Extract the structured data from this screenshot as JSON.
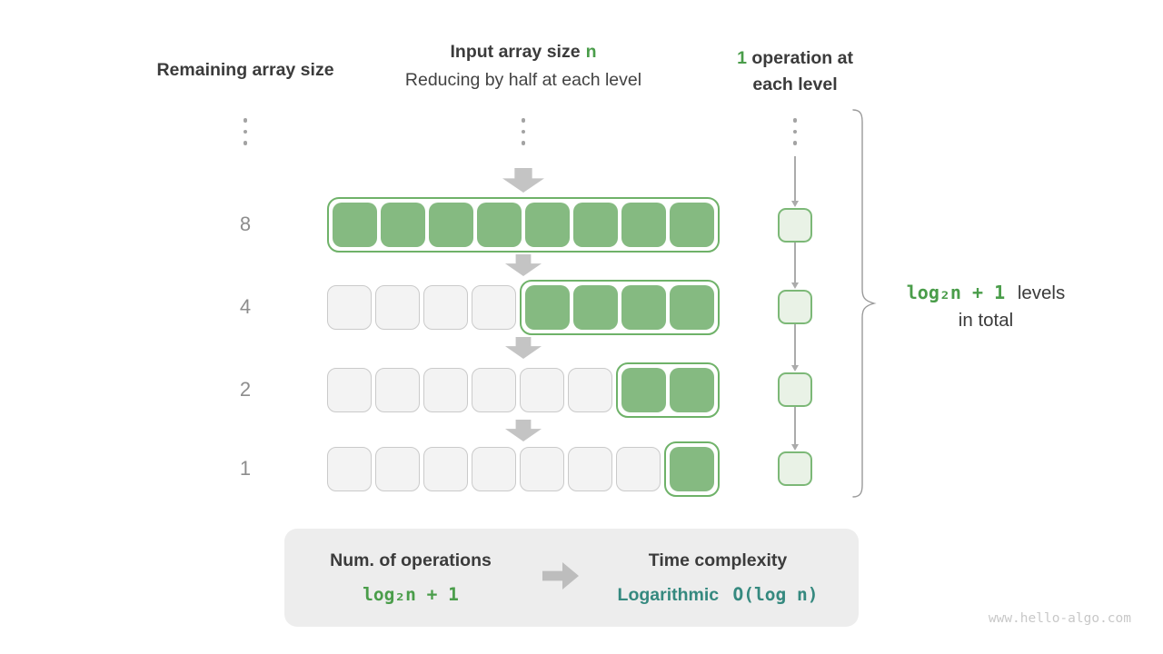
{
  "headers": {
    "left": "Remaining array size",
    "center_title": "Input array size",
    "center_accent": "n",
    "center_sub": "Reducing by half at each level",
    "right_accent": "1",
    "right_rest": "operation at",
    "right_line2": "each level"
  },
  "left_axis": {
    "values": [
      "8",
      "4",
      "2",
      "1"
    ]
  },
  "grid": {
    "rows": [
      {
        "label": "8",
        "gray": 0,
        "green": 8
      },
      {
        "label": "4",
        "gray": 4,
        "green": 4
      },
      {
        "label": "2",
        "gray": 6,
        "green": 2
      },
      {
        "label": "1",
        "gray": 7,
        "green": 1
      }
    ]
  },
  "right_column": {
    "count": 4
  },
  "brace_label": {
    "formula": "log₂n + 1",
    "line1_rest": "levels",
    "line2": "in total"
  },
  "summary_box": {
    "left_title": "Num. of operations",
    "left_formula": "log₂n + 1",
    "right_title": "Time complexity",
    "right_name": "Logarithmic",
    "right_formula": "O(log n)"
  },
  "watermark": "www.hello-algo.com",
  "colors": {
    "accent_green": "#4a9d4a",
    "cell_green": "#85ba81",
    "group_border_green": "#6fb269",
    "light_green_fill": "#e9f2e6",
    "teal": "#35897f",
    "gray_arrow": "#c4c4c4"
  }
}
